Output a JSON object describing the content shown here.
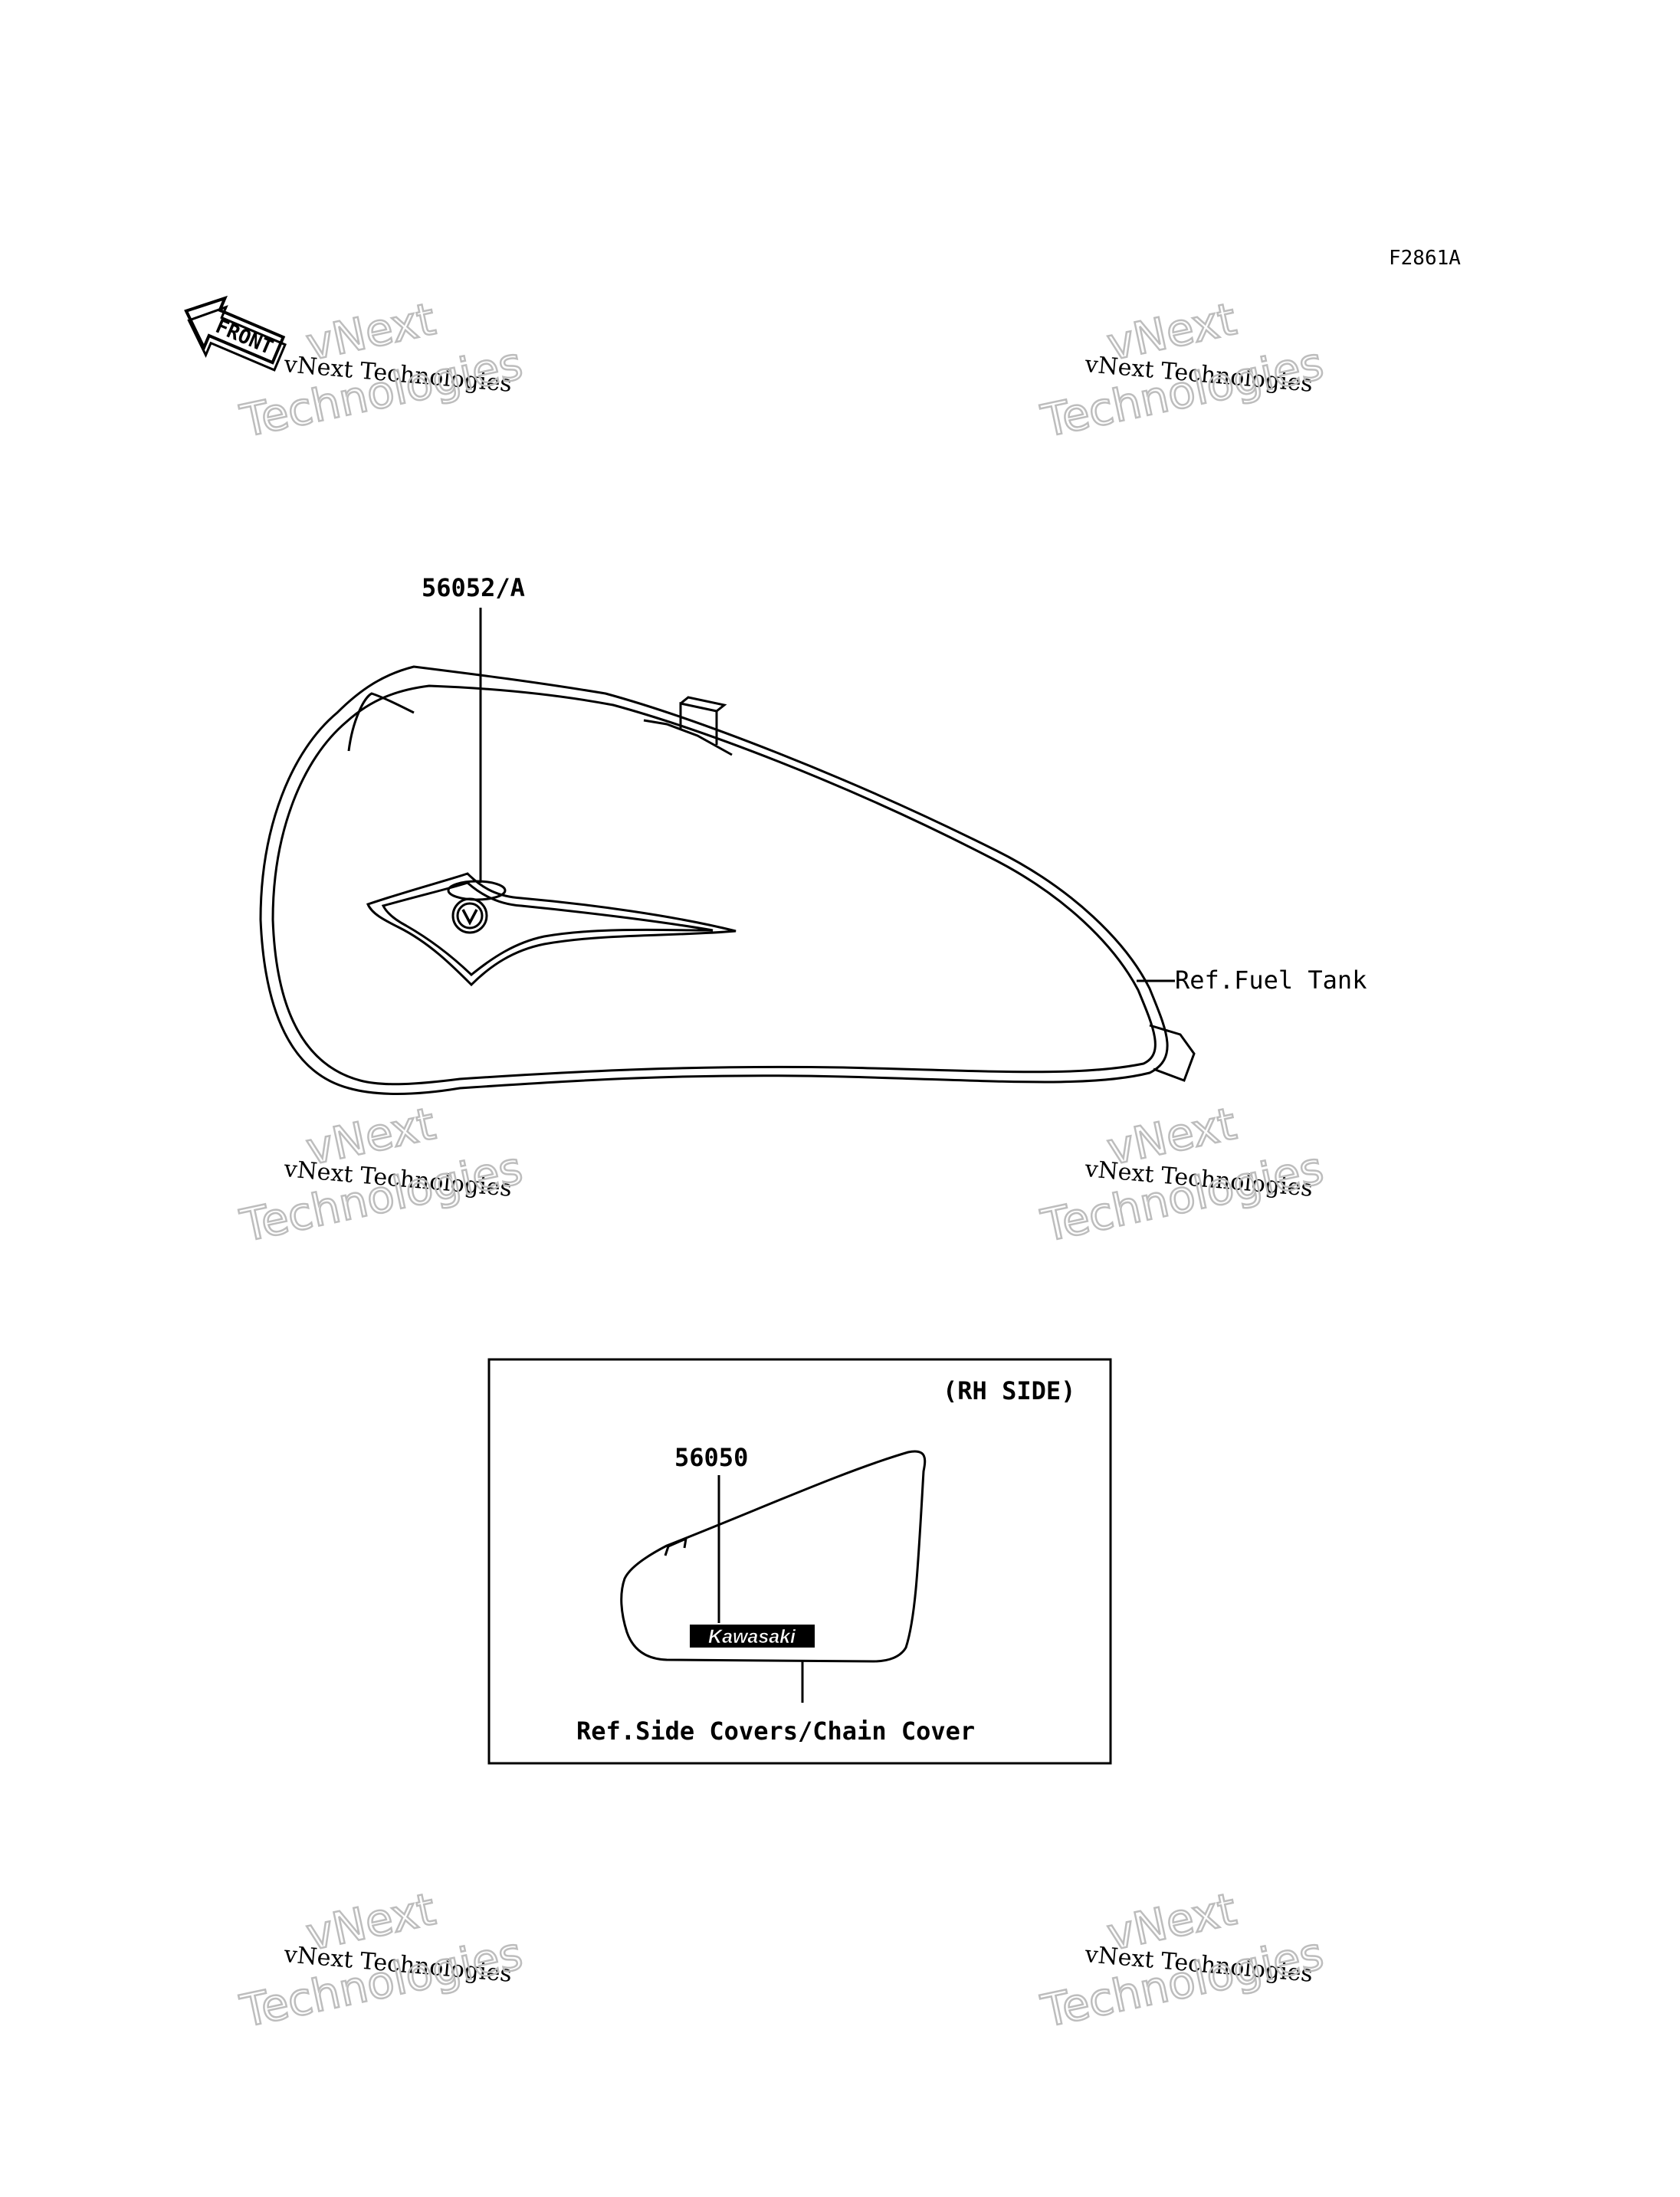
{
  "figure_code": "F2861A",
  "front_arrow_label": "FRONT",
  "callouts": {
    "tank_emblem_part": "56052/A",
    "fuel_tank_ref": "Ref.Fuel Tank",
    "side_cover_part": "56050",
    "side_cover_ref": "Ref.Side Covers/Chain Cover"
  },
  "inset": {
    "title": "(RH SIDE)",
    "badge_text": "Kawasaki"
  },
  "watermark": {
    "line": "vNext Technologies",
    "word1": "vNext",
    "word2": "Technologies"
  },
  "colors": {
    "ink": "#000000",
    "watermark_outline": "#bdbdbd",
    "paper": "#ffffff"
  }
}
